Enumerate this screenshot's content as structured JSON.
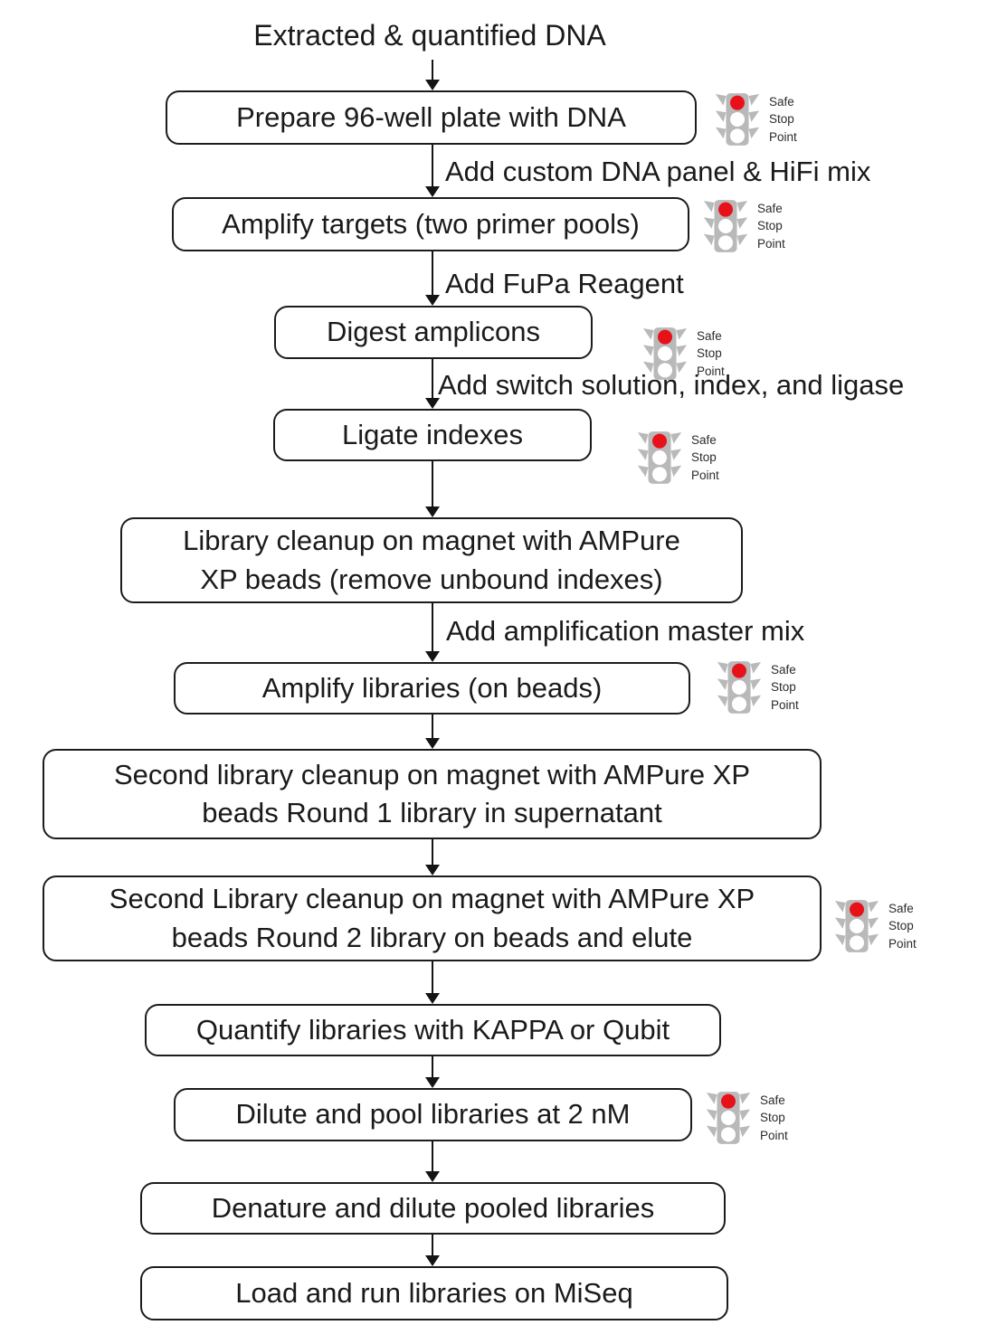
{
  "title": "Extracted & quantified DNA",
  "colors": {
    "tl-red": "#e8111a",
    "tl-gray": "#b9b9b9",
    "ink": "#1a1a1a"
  },
  "safe_stop": {
    "line1": "Safe",
    "line2": "Stop",
    "line3": "Point"
  },
  "steps": [
    {
      "label": "Prepare 96-well plate with DNA",
      "safe_stop_point": true
    },
    {
      "label": "Amplify targets (two primer pools)",
      "safe_stop_point": true
    },
    {
      "label": "Digest amplicons",
      "safe_stop_point": true
    },
    {
      "label": "Ligate indexes",
      "safe_stop_point": true
    },
    {
      "label": "Library cleanup on magnet with AMPure\nXP beads (remove unbound indexes)",
      "safe_stop_point": false
    },
    {
      "label": "Amplify libraries (on beads)",
      "safe_stop_point": true
    },
    {
      "label": "Second library cleanup on magnet with AMPure XP\nbeads Round 1 library in supernatant",
      "safe_stop_point": false
    },
    {
      "label": "Second Library cleanup on magnet with AMPure XP\nbeads Round 2 library on beads and elute",
      "safe_stop_point": true
    },
    {
      "label": "Quantify libraries with KAPPA or Qubit",
      "safe_stop_point": false
    },
    {
      "label": "Dilute and pool libraries at 2 nM",
      "safe_stop_point": true
    },
    {
      "label": "Denature and dilute pooled libraries",
      "safe_stop_point": false
    },
    {
      "label": "Load and run libraries on MiSeq",
      "safe_stop_point": false
    }
  ],
  "edge_labels": {
    "to_amplify_targets": "Add custom DNA panel & HiFi mix",
    "to_digest_amplicons": "Add FuPa Reagent",
    "to_ligate_indexes": "Add switch solution, index, and ligase",
    "to_amplify_libraries": "Add amplification master mix"
  }
}
